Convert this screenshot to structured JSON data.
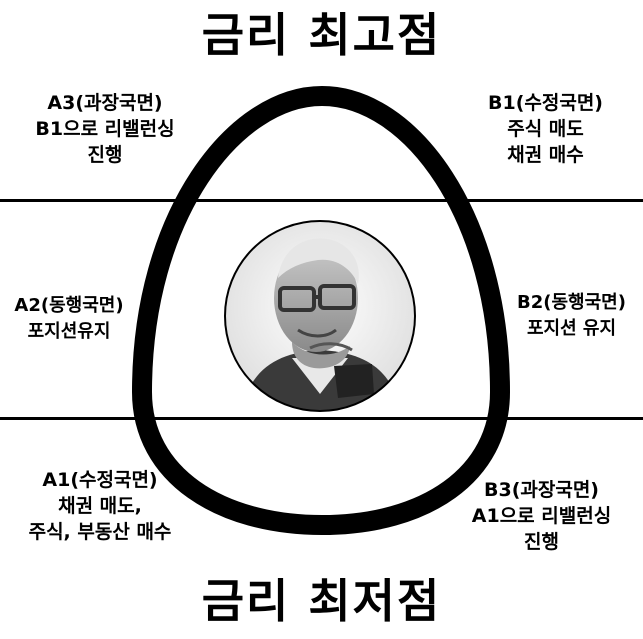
{
  "title_top": "금리 최고점",
  "title_bottom": "금리 최저점",
  "quadrants": {
    "a3": {
      "lines": [
        "A3(과장국면)",
        "B1으로 리밸런싱",
        "진행"
      ]
    },
    "b1": {
      "lines": [
        "B1(수정국면)",
        "주식 매도",
        "채권 매수"
      ]
    },
    "a2": {
      "lines": [
        "A2(동행국면)",
        "포지션유지"
      ]
    },
    "b2": {
      "lines": [
        "B2(동행국면)",
        "포지션 유지"
      ]
    },
    "a1": {
      "lines": [
        "A1(수정국면)",
        "채권 매도,",
        "주식, 부동산 매수"
      ]
    },
    "b3": {
      "lines": [
        "B3(과장국면)",
        "A1으로 리밸런싱",
        "진행"
      ]
    }
  },
  "portrait": {
    "icon": "elderly-man-portrait"
  },
  "colors": {
    "ink": "#000000",
    "background": "#ffffff"
  }
}
